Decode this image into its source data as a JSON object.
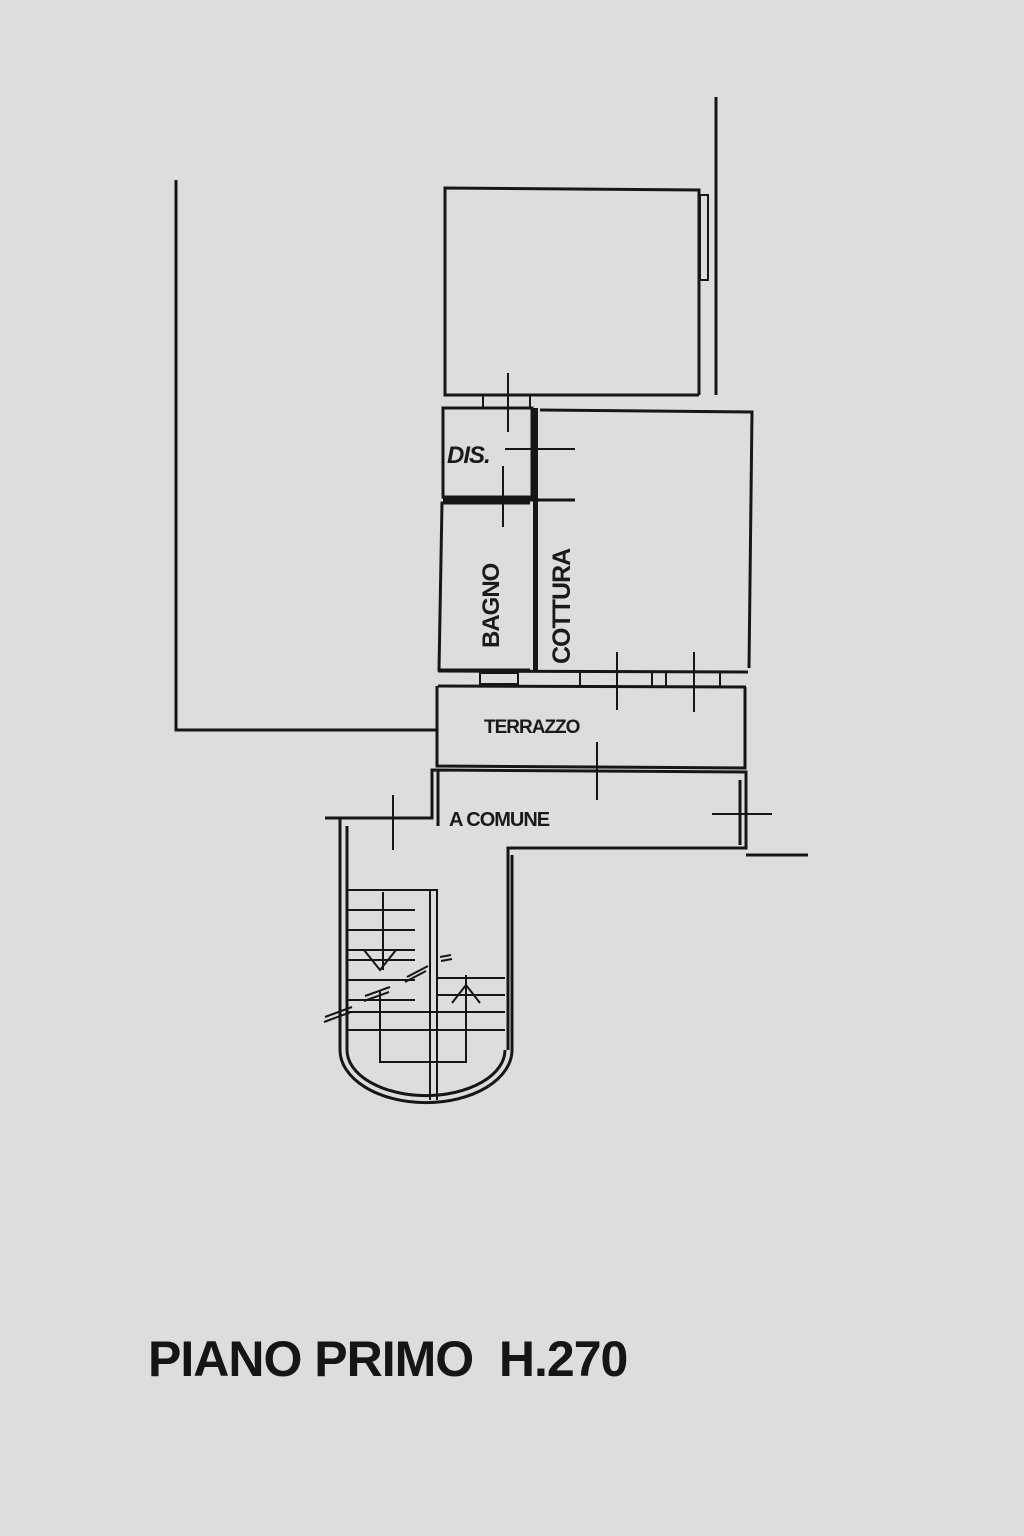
{
  "plan": {
    "rooms": {
      "dis": "DIS.",
      "bagno": "BAGNO",
      "cottura": "COTTURA",
      "terrazzo": "TERRAZZO",
      "a_comune": "A COMUNE"
    },
    "title": "PIANO PRIMO  H.270"
  },
  "colors": {
    "paper": "#dcdddc",
    "ink": "#161616"
  }
}
